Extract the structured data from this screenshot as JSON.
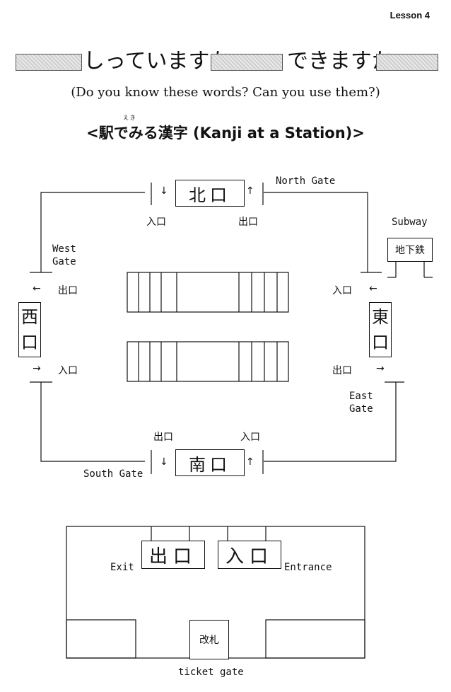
{
  "header": {
    "lesson": "Lesson 4"
  },
  "title": {
    "part1": "しっていますか",
    "part2": "できますか",
    "subtitle": "(Do you know these words?   Can you use them?)"
  },
  "heading": {
    "text": "<駅でみる漢字 (Kanji at a Station)>",
    "ruby": "えき"
  },
  "station_map": {
    "north_gate": {
      "label": "North Gate",
      "kanji": "北口",
      "entrance": "入口",
      "exit": "出口",
      "arrow_in": "↓",
      "arrow_out": "↑"
    },
    "south_gate": {
      "label": "South Gate",
      "kanji": "南口",
      "entrance": "入口",
      "exit": "出口",
      "arrow_in": "↓",
      "arrow_out": "↑"
    },
    "west_gate": {
      "label_line1": "West",
      "label_line2": "Gate",
      "kanji_top": "西",
      "kanji_bottom": "口",
      "exit": "出口",
      "entrance": "入口",
      "arrow_exit": "←",
      "arrow_entrance": "→"
    },
    "east_gate": {
      "label_line1": "East",
      "label_line2": "Gate",
      "kanji_top": "東",
      "kanji_bottom": "口",
      "entrance": "入口",
      "exit": "出口",
      "arrow_entrance": "←",
      "arrow_exit": "→"
    },
    "subway": {
      "label": "Subway",
      "kanji": "地下鉄"
    }
  },
  "ticket_area": {
    "exit_kanji": "出口",
    "exit_label": "Exit",
    "entrance_kanji": "入口",
    "entrance_label": "Entrance",
    "ticket_gate_kanji": "改札",
    "ticket_gate_label": "ticket gate"
  }
}
